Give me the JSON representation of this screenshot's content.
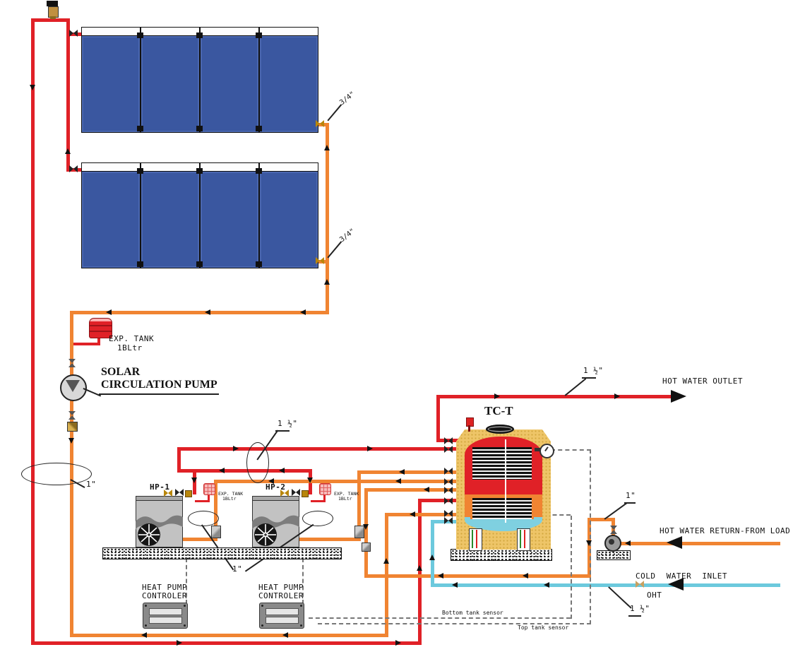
{
  "collectors": {
    "row1_outlet_size": "3/4\"",
    "row2_outlet_size": "3/4\"",
    "riser_size": "1\""
  },
  "solar_loop": {
    "exp_tank_line1": "EXP. TANK",
    "exp_tank_line2": "1BLtr",
    "pump_label_line1": "SOLAR",
    "pump_label_line2": "CIRCULATION PUMP"
  },
  "heat_pumps": {
    "hp1_label": "HP-1",
    "hp2_label": "HP-2",
    "hp1_exp_line1": "EXP. TANK",
    "hp1_exp_line2": "1BLtr",
    "hp2_exp_line1": "EXP. TANK",
    "hp2_exp_line2": "1BLtr",
    "loop_size": "1 ½\"",
    "branch_size": "1\"",
    "ctrl1_line1": "HEAT PUMP",
    "ctrl1_line2": "CONTROLER",
    "ctrl2_line1": "HEAT PUMP",
    "ctrl2_line2": "CONTROLER"
  },
  "tank": {
    "label": "TC-T",
    "bottom_sensor_label": "Bottom tank sensor",
    "top_sensor_label": "Top tank sensor"
  },
  "connections": {
    "hot_outlet_label": "HOT WATER OUTLET",
    "hot_outlet_size": "1 ½\"",
    "hot_return_label": "HOT WATER RETURN-FROM LOAD",
    "hot_return_size": "1\"",
    "cold_inlet_label": "COLD WATER INLET",
    "cold_inlet_size": "1 ½\"",
    "cold_inlet_tag": "OHT"
  },
  "colors": {
    "solar_supply": "#e02127",
    "solar_return": "#f08432",
    "cold_water": "#6cc9dd",
    "panel_blue": "#3a57a0",
    "insulation": "#eec568"
  }
}
